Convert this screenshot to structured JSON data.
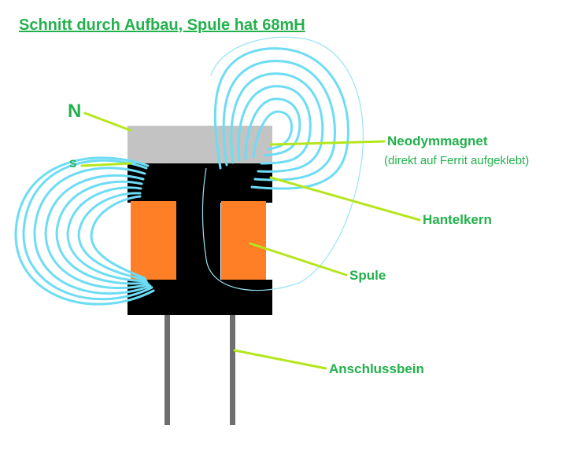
{
  "title": "Schnitt durch Aufbau, Spule hat 68mH",
  "pole_label": "N",
  "small_label": "S",
  "labels": {
    "magnet": "Neodymmagnet",
    "magnet_note": "(direkt auf Ferrit aufgeklebt)",
    "core": "Hantelkern",
    "coil": "Spule",
    "pin": "Anschlussbein"
  },
  "colors": {
    "text": "#22b14c",
    "leader": "#b5e61d",
    "field_lines": "#6ddcf5",
    "field_outline": "#99e4f5",
    "magnet": "#c3c3c3",
    "core": "#000000",
    "coil": "#ff7f27",
    "pins": "#6e6e6e"
  }
}
